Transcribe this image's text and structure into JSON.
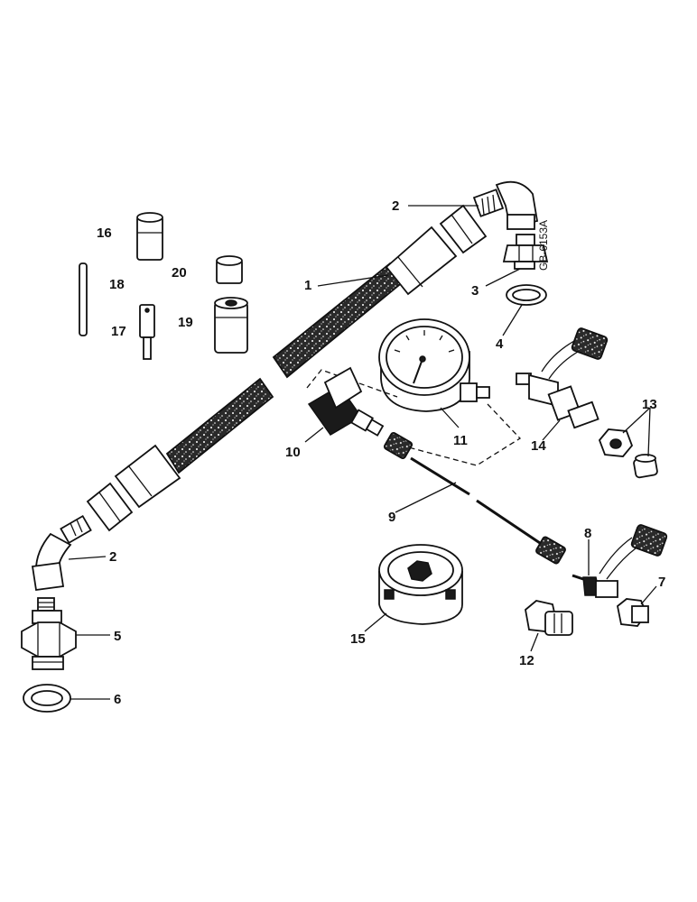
{
  "drawing_code": "GB-6153A",
  "callouts": [
    {
      "id": "c1",
      "text": "1"
    },
    {
      "id": "c2a",
      "text": "2"
    },
    {
      "id": "c2b",
      "text": "2"
    },
    {
      "id": "c3",
      "text": "3"
    },
    {
      "id": "c4",
      "text": "4"
    },
    {
      "id": "c5",
      "text": "5"
    },
    {
      "id": "c6",
      "text": "6"
    },
    {
      "id": "c7",
      "text": "7"
    },
    {
      "id": "c8",
      "text": "8"
    },
    {
      "id": "c9",
      "text": "9"
    },
    {
      "id": "c10",
      "text": "10"
    },
    {
      "id": "c11",
      "text": "11"
    },
    {
      "id": "c12",
      "text": "12"
    },
    {
      "id": "c13",
      "text": "13"
    },
    {
      "id": "c14",
      "text": "14"
    },
    {
      "id": "c15",
      "text": "15"
    },
    {
      "id": "c16",
      "text": "16"
    },
    {
      "id": "c17",
      "text": "17"
    },
    {
      "id": "c18",
      "text": "18"
    },
    {
      "id": "c19",
      "text": "19"
    },
    {
      "id": "c20",
      "text": "20"
    }
  ]
}
